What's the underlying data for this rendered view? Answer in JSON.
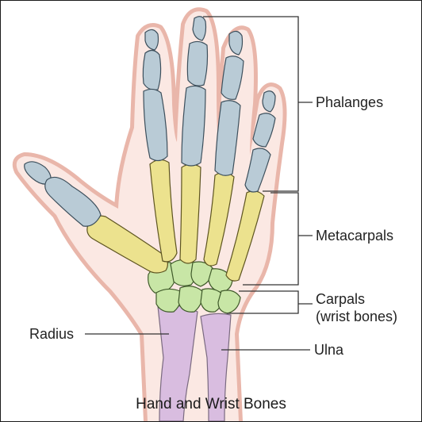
{
  "title": "Hand and Wrist Bones",
  "labels": {
    "phalanges": "Phalanges",
    "metacarpals": "Metacarpals",
    "carpals_line1": "Carpals",
    "carpals_line2": "(wrist bones)",
    "radius": "Radius",
    "ulna": "Ulna"
  },
  "colors": {
    "skin": "#f7dcd5",
    "skin_outline": "#e8b3a6",
    "phalanges": "#b9cbd6",
    "metacarpals": "#ece28e",
    "carpals": "#c8e6a6",
    "forearm_bones": "#d9bde0",
    "leader_line": "#333333"
  }
}
